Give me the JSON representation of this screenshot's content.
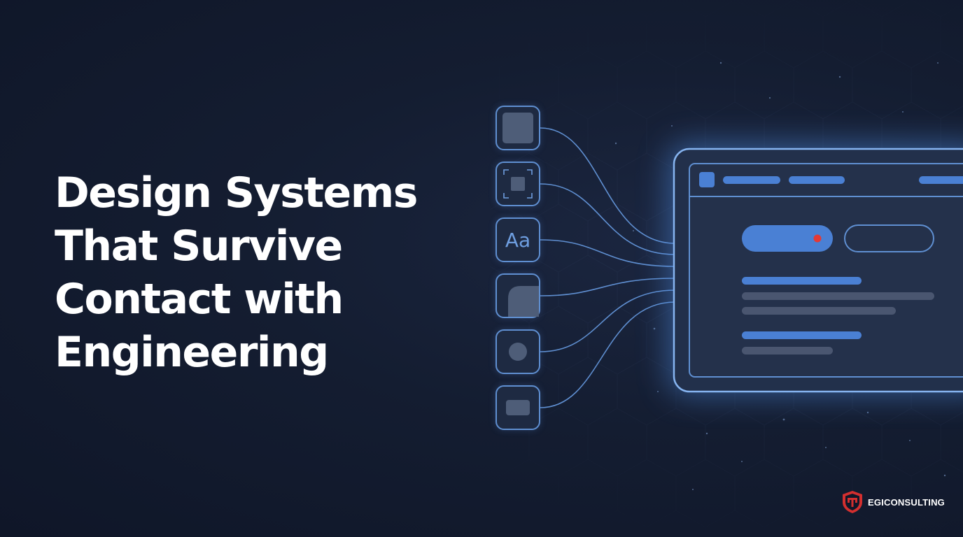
{
  "headline": {
    "line1": "Design Systems",
    "line2": "That Survive",
    "line3": "Contact with",
    "line4": "Engineering"
  },
  "tokens": [
    {
      "icon": "color-swatch-icon"
    },
    {
      "icon": "spacing-frame-icon"
    },
    {
      "icon": "typography-icon",
      "label": "Aa"
    },
    {
      "icon": "corner-radius-icon"
    },
    {
      "icon": "circle-shape-icon"
    },
    {
      "icon": "elevation-icon"
    }
  ],
  "brand": {
    "name": "EGICONSULTING",
    "logo": "shield-t-logo"
  },
  "colors": {
    "background": "#141d31",
    "accent": "#4a80d4",
    "line": "#5f8fd1",
    "indicator": "#e53935",
    "logo": "#d32f2f"
  }
}
